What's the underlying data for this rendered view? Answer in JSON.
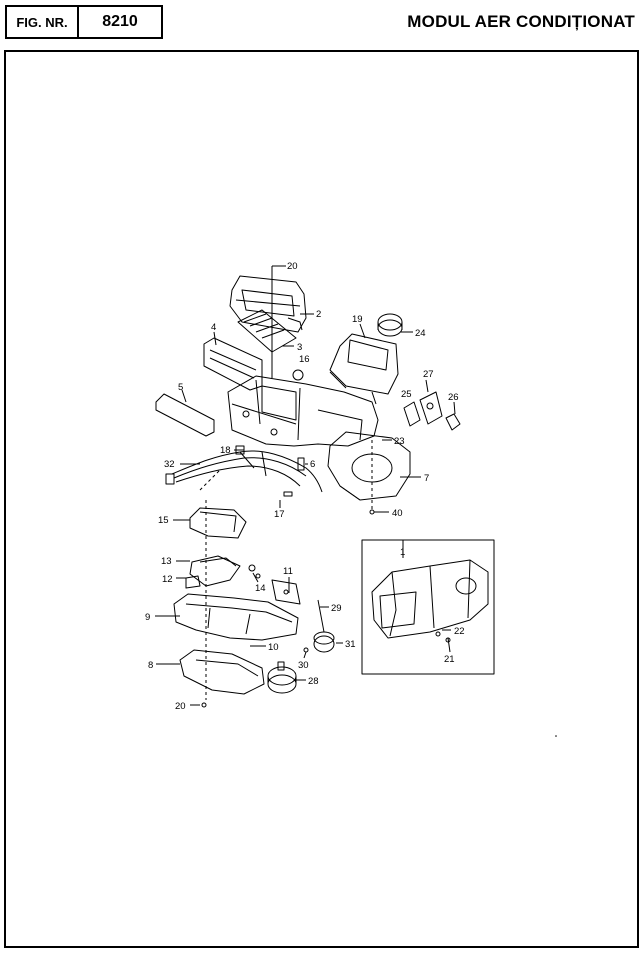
{
  "header": {
    "fig_label": "FIG. NR.",
    "fig_number": "8210",
    "title": "MODUL AER CONDIȚIONAT"
  },
  "callouts": [
    {
      "id": "c20a",
      "text": "20"
    },
    {
      "id": "c2",
      "text": "2"
    },
    {
      "id": "c4",
      "text": "4"
    },
    {
      "id": "c19",
      "text": "19"
    },
    {
      "id": "c24",
      "text": "24"
    },
    {
      "id": "c3",
      "text": "3"
    },
    {
      "id": "c16",
      "text": "16"
    },
    {
      "id": "c27",
      "text": "27"
    },
    {
      "id": "c5",
      "text": "5"
    },
    {
      "id": "c25",
      "text": "25"
    },
    {
      "id": "c26",
      "text": "26"
    },
    {
      "id": "c23",
      "text": "23"
    },
    {
      "id": "c18",
      "text": "18"
    },
    {
      "id": "c6",
      "text": "6"
    },
    {
      "id": "c32",
      "text": "32"
    },
    {
      "id": "c7",
      "text": "7"
    },
    {
      "id": "c17",
      "text": "17"
    },
    {
      "id": "c40",
      "text": "40"
    },
    {
      "id": "c15",
      "text": "15"
    },
    {
      "id": "c1",
      "text": "1"
    },
    {
      "id": "c13",
      "text": "13"
    },
    {
      "id": "c11",
      "text": "11"
    },
    {
      "id": "c14",
      "text": "14"
    },
    {
      "id": "c12",
      "text": "12"
    },
    {
      "id": "c29",
      "text": "29"
    },
    {
      "id": "c9",
      "text": "9"
    },
    {
      "id": "c22",
      "text": "22"
    },
    {
      "id": "c10",
      "text": "10"
    },
    {
      "id": "c31",
      "text": "31"
    },
    {
      "id": "c21",
      "text": "21"
    },
    {
      "id": "c30",
      "text": "30"
    },
    {
      "id": "c8",
      "text": "8"
    },
    {
      "id": "c28",
      "text": "28"
    },
    {
      "id": "c20b",
      "text": "20"
    }
  ]
}
